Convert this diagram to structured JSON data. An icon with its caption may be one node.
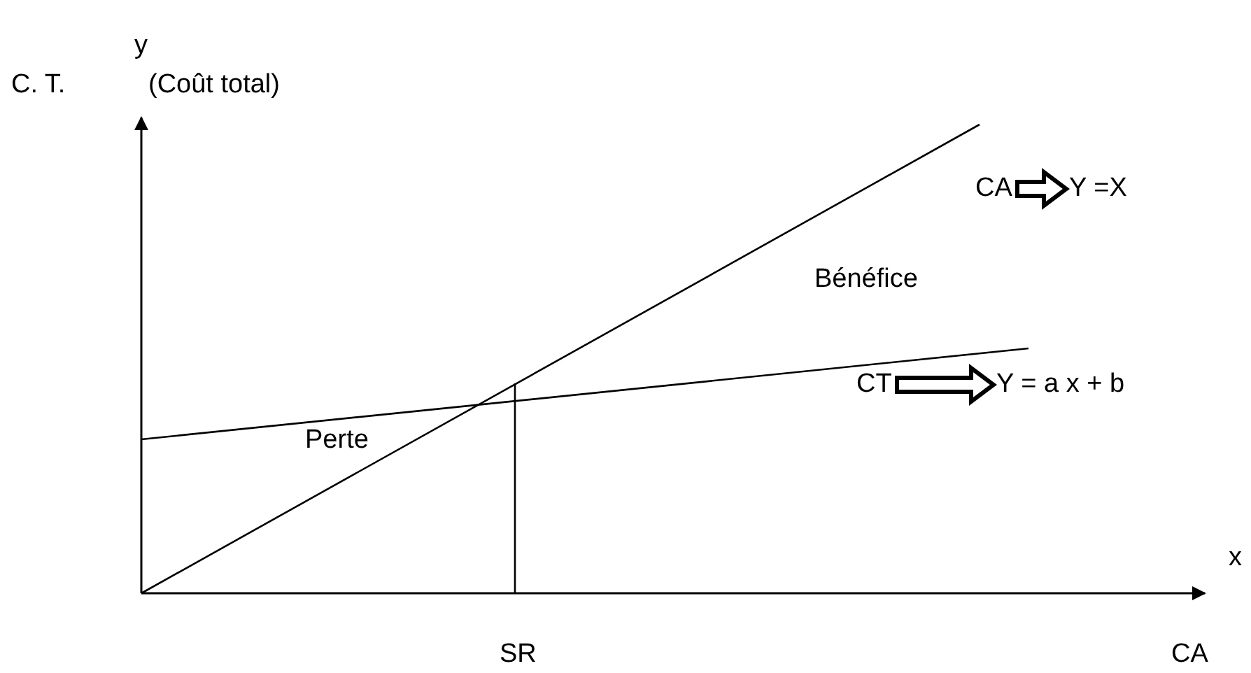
{
  "diagram": {
    "nodes": [
      {
        "text": [
          "CA"
        ]
      },
      {
        "text": [
          "Y =X"
        ]
      },
      {
        "text": [
          "CT"
        ]
      },
      {
        "text": [
          "Y = a x + b"
        ]
      }
    ],
    "edges": [
      {
        "from": 0,
        "to": 1,
        "arrow": "to"
      },
      {
        "from": 2,
        "to": 3,
        "arrow": "to"
      }
    ],
    "labels": [
      "y",
      "C. T.",
      "(Coût total)",
      "Bénéfice",
      "Perte",
      "x",
      "SR",
      "CA"
    ]
  }
}
